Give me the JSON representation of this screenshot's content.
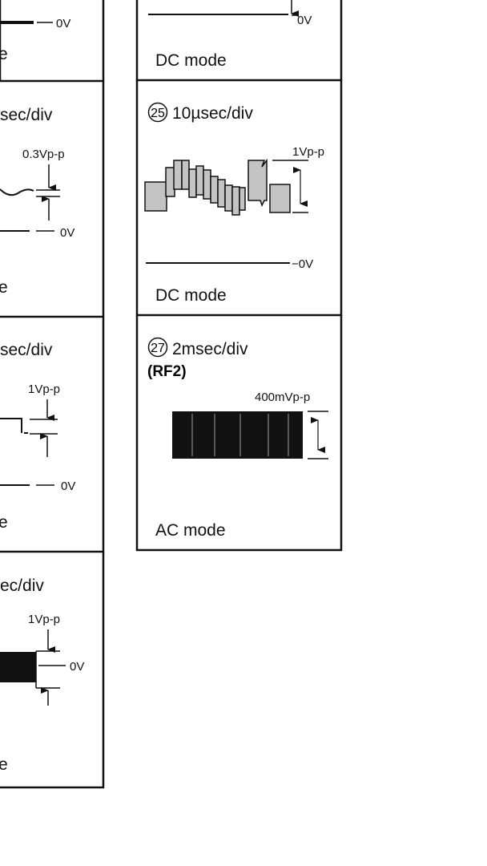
{
  "left_column": {
    "panel_a": {
      "mode_fragment": "e",
      "zero_label": "0V"
    },
    "panel_b": {
      "timebase_fragment": "sec/div",
      "amplitude": "0.3Vp-p",
      "zero_label": "0V",
      "mode_fragment": "e"
    },
    "panel_c": {
      "timebase_fragment": "sec/div",
      "amplitude": "1Vp-p",
      "zero_label": "0V",
      "mode_fragment": "e"
    },
    "panel_d": {
      "timebase_fragment": "ec/div",
      "amplitude": "1Vp-p",
      "zero_label": "0V",
      "mode_fragment": "e"
    }
  },
  "right_column": {
    "panel_top": {
      "zero_label": "0V",
      "mode": "DC mode"
    },
    "panel_25": {
      "number": "25",
      "timebase": "10µsec/div",
      "amplitude": "1Vp-p",
      "zero_label": "−0V",
      "mode": "DC mode"
    },
    "panel_27": {
      "number": "27",
      "timebase": "2msec/div",
      "signal": "(RF2)",
      "amplitude": "400mVp-p",
      "mode": "AC mode"
    }
  },
  "colors": {
    "waveform_fill": "#c4c4c4",
    "line": "#111111"
  }
}
